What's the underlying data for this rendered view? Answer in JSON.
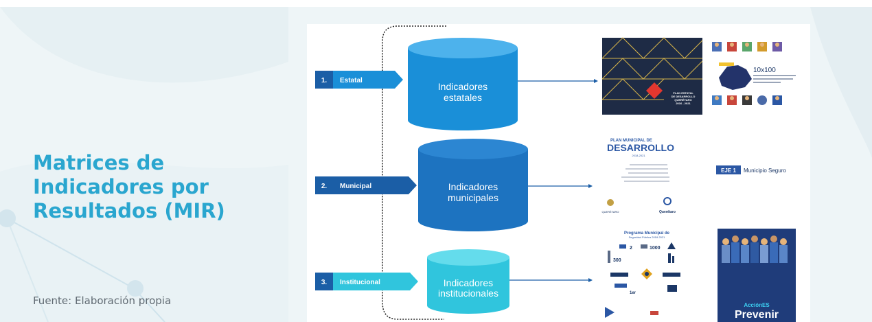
{
  "slide": {
    "title_lines": [
      "Matrices de",
      "Indicadores por",
      "Resultados (MIR)"
    ],
    "source": "Fuente: Elaboración propia"
  },
  "diagram": {
    "steps": [
      {
        "number": "1.",
        "label": "Estatal",
        "cylinder": [
          "Indicadores",
          "estatales"
        ],
        "color": "#1a8fd8"
      },
      {
        "number": "2.",
        "label": "Municipal",
        "cylinder": [
          "Indicadores",
          "municipales"
        ],
        "color": "#1d73c0"
      },
      {
        "number": "3.",
        "label": "Institucional",
        "cylinder": [
          "Indicadores",
          "institucionales"
        ],
        "color": "#30c5dd"
      }
    ],
    "estatal_doc": {
      "plan_lines": [
        "PLAN ESTATAL",
        "DE DESARROLLO",
        "QUERÉTARO",
        "2016 - 2021"
      ],
      "badge": "10x100"
    },
    "municipal_doc": {
      "plan_top": "PLAN MUNICIPAL DE",
      "plan_main": "DESARROLLO",
      "plan_years": "2018-2021",
      "eje_label": "EJE 1",
      "eje_text": "Municipio Seguro",
      "logo_left": "QUERÉTARO",
      "logo_right": "Querétaro"
    },
    "institucional_doc": {
      "program_title": [
        "Programa Municipal de",
        "Seguridad Pública 2018-2021"
      ],
      "stats": [
        "2",
        "1000",
        "300",
        "1er"
      ],
      "poster_top": "AcciónES",
      "poster_main": "Prevenir"
    }
  }
}
